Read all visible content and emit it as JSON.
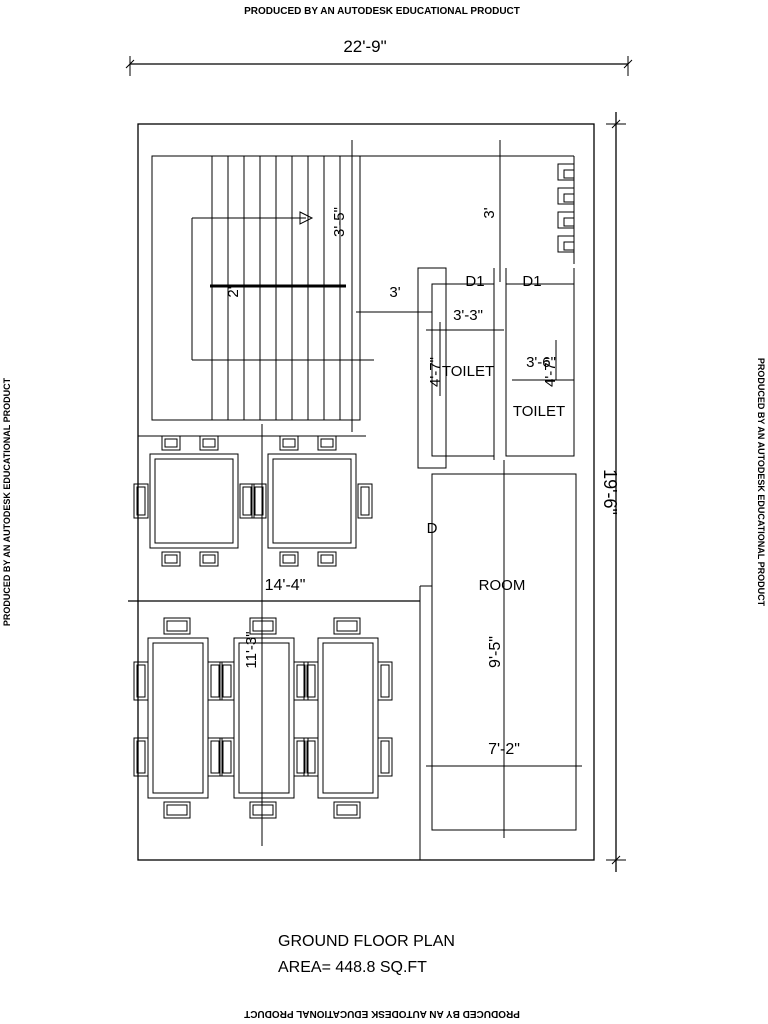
{
  "watermark": "PRODUCED BY AN AUTODESK EDUCATIONAL PRODUCT",
  "plan": {
    "title": "GROUND FLOOR PLAN",
    "area": "AREA= 448.8 SQ.FT"
  },
  "dimensions": {
    "overall_width": "22'-9\"",
    "overall_depth": "19'-6\"",
    "stair_width": "3'-5\"",
    "passage": "3'",
    "landing": "2'",
    "top_gap": "3'",
    "dining_width": "14'-4\"",
    "dining_depth": "11'-3\"",
    "toilet1_width": "3'-3\"",
    "toilet1_depth": "4'-7\"",
    "toilet2_width": "3'-6\"",
    "toilet2_depth": "4'-7\"",
    "room_depth": "9'-5\"",
    "room_width": "7'-2\""
  },
  "rooms": {
    "toilet1": "TOILET",
    "toilet2": "TOILET",
    "room": "ROOM"
  },
  "doors": {
    "d1_left": "D1",
    "d1_right": "D1",
    "d_main": "D"
  }
}
